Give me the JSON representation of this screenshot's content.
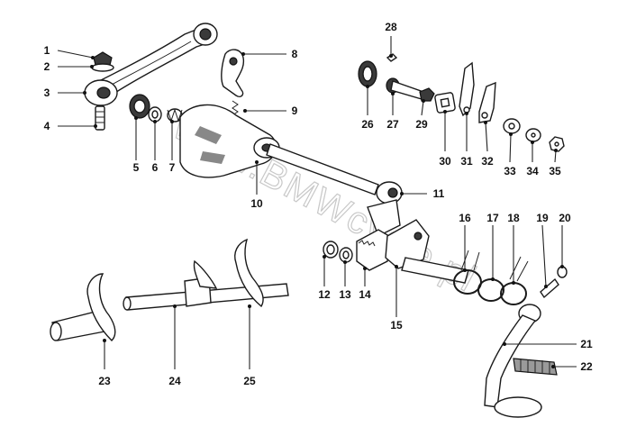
{
  "watermark": "www.BMWcycle.pl",
  "callouts": {
    "c1": "1",
    "c2": "2",
    "c3": "3",
    "c4": "4",
    "c5": "5",
    "c6": "6",
    "c7": "7",
    "c8": "8",
    "c9": "9",
    "c10": "10",
    "c11": "11",
    "c12": "12",
    "c13": "13",
    "c14": "14",
    "c15": "15",
    "c16": "16",
    "c17": "17",
    "c18": "18",
    "c19": "19",
    "c20": "20",
    "c21": "21",
    "c22": "22",
    "c23": "23",
    "c24": "24",
    "c25": "25",
    "c26": "26",
    "c27": "27",
    "c28": "28",
    "c29": "29",
    "c30": "30",
    "c31": "31",
    "c32": "32",
    "c33": "33",
    "c34": "34",
    "c35": "35"
  }
}
